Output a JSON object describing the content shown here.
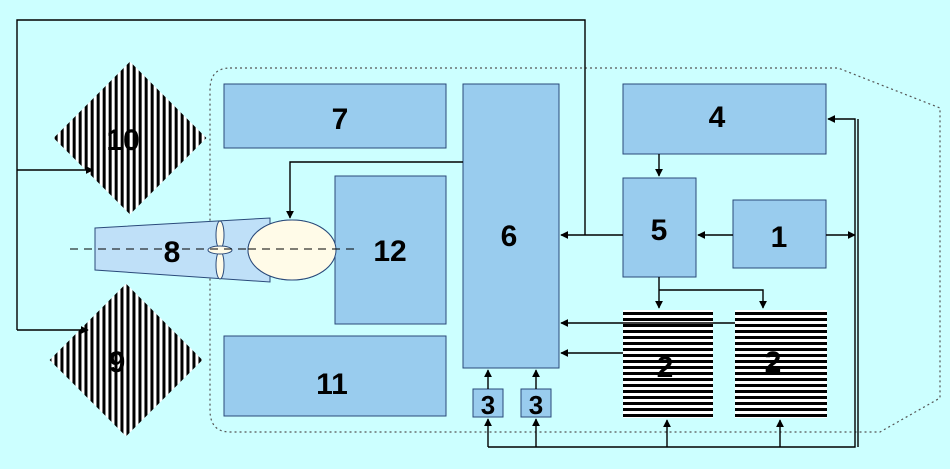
{
  "colors": {
    "background": "#ccffff",
    "block_fill": "#99ccee",
    "block_stroke": "#2a4a7a",
    "line": "#000000",
    "propeller_hub": "#fffbe8",
    "hatch": "#000000"
  },
  "blocks": {
    "b1": "1",
    "b2a": "2",
    "b2b": "2",
    "b3a": "3",
    "b3b": "3",
    "b4": "4",
    "b5": "5",
    "b6": "6",
    "b7": "7",
    "b8": "8",
    "b9": "9",
    "b10": "10",
    "b11": "11",
    "b12": "12"
  }
}
